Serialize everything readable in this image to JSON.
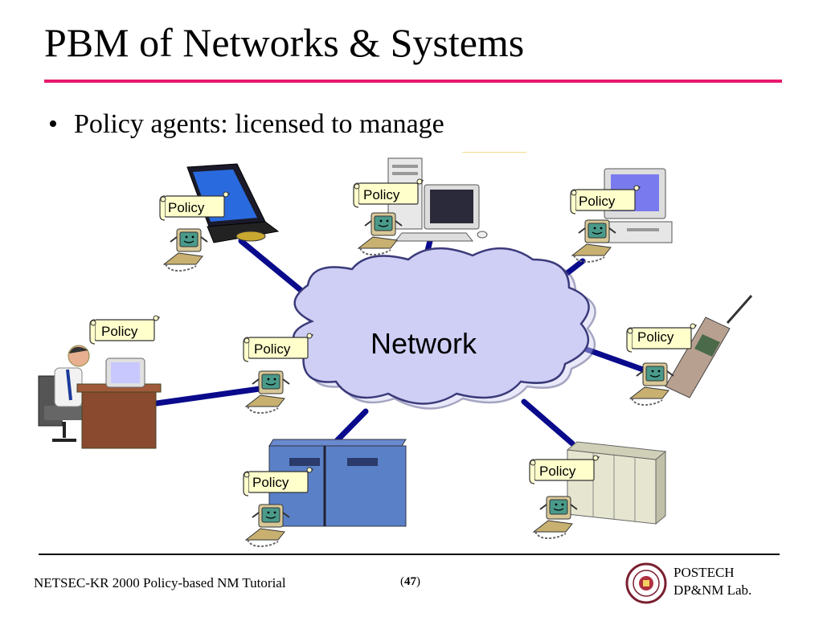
{
  "slide": {
    "title": "PBM of Networks & Systems",
    "bullet": "Policy agents: licensed to manage"
  },
  "diagram": {
    "center_label": "Network",
    "policy_label": "Policy",
    "nodes": [
      {
        "name": "laptop",
        "icon": "laptop-icon"
      },
      {
        "name": "tower-workstation",
        "icon": "desktop-tower-icon"
      },
      {
        "name": "desktop-computer",
        "icon": "desktop-computer-icon"
      },
      {
        "name": "network-manager",
        "icon": "person-at-desk-icon"
      },
      {
        "name": "mobile-phone",
        "icon": "cell-phone-icon"
      },
      {
        "name": "mainframe",
        "icon": "mainframe-icon"
      },
      {
        "name": "equipment-rack",
        "icon": "equipment-rack-icon"
      }
    ],
    "colors": {
      "cloud_fill": "#cfcff5",
      "cloud_stroke": "#3a3a7a",
      "link": "#0a0a8c",
      "scroll_fill": "#ffffcc"
    }
  },
  "footer": {
    "course": "NETSEC-KR 2000 Policy-based NM Tutorial",
    "page_open": "(",
    "page_number": "47",
    "page_close": ")",
    "org_line1": "POSTECH",
    "org_line2": "DP&NM Lab."
  },
  "colors": {
    "title_rule": "#e8196e"
  }
}
